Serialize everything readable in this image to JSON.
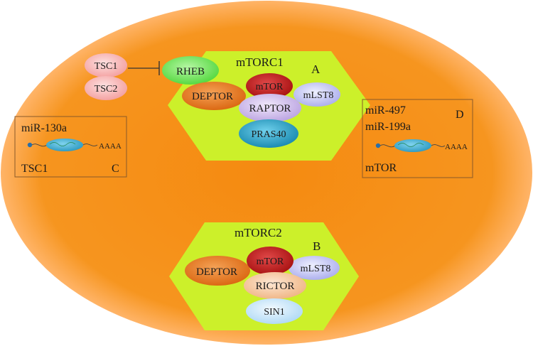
{
  "colors": {
    "cell_fill": "#f5901f",
    "cell_edge": "#ffb766",
    "hex_fill": "#ccf02a",
    "box_stroke": "#8a5a2a",
    "tsc": "#f7b4b4",
    "rheb": "#7ee86a",
    "deptor": "#e97a1e",
    "mtor": "#c11e1e",
    "mlst8": "#c9caf5",
    "raptor": "#d3c1ee",
    "pras40": "#1fa2c9",
    "rictor": "#f6cdaa",
    "sin1": "#cbe9fb",
    "mrna": "#2a6fa8",
    "mrna_body": "#3cb2d6"
  },
  "mtorc1": {
    "title": "mTORC1",
    "panel": "A",
    "rheb": "RHEB",
    "deptor": "DEPTOR",
    "mtor": "mTOR",
    "mlst8": "mLST8",
    "raptor": "RAPTOR",
    "pras40": "PRAS40"
  },
  "mtorc2": {
    "title": "mTORC2",
    "panel": "B",
    "deptor": "DEPTOR",
    "mtor": "mTOR",
    "mlst8": "mLST8",
    "rictor": "RICTOR",
    "sin1": "SIN1"
  },
  "tsc": {
    "tsc1": "TSC1",
    "tsc2": "TSC2"
  },
  "panel_c": {
    "mirna": "miR-130a",
    "tail": "AAAA",
    "target": "TSC1",
    "panel": "C"
  },
  "panel_d": {
    "mirna_1": "miR-497",
    "mirna_2": "miR-199a",
    "tail": "AAAA",
    "target": "mTOR",
    "panel": "D"
  }
}
